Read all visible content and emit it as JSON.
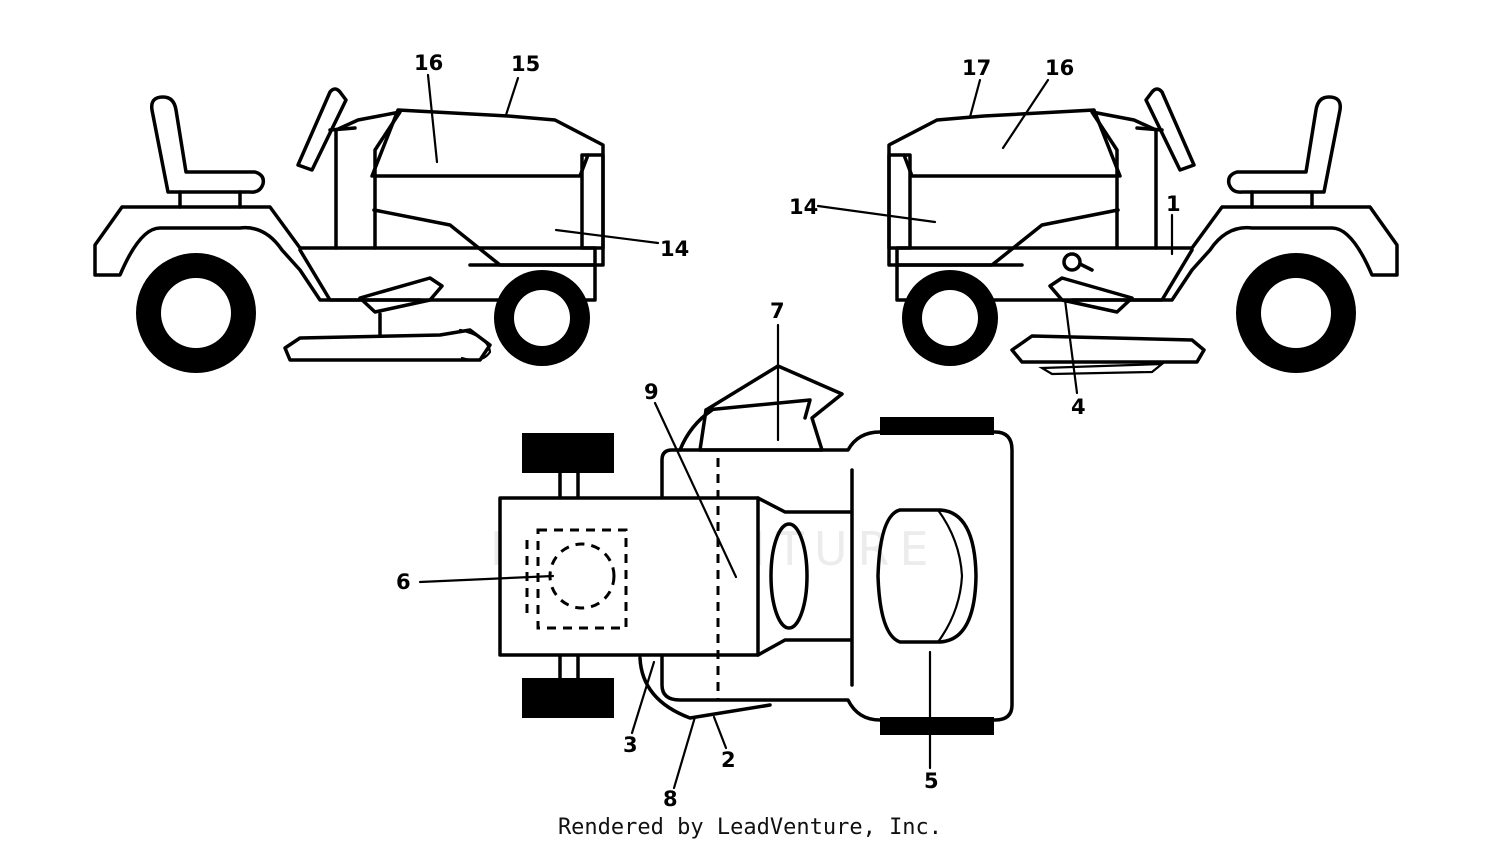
{
  "callouts": {
    "c1": "1",
    "c2": "2",
    "c3": "3",
    "c4": "4",
    "c5": "5",
    "c6": "6",
    "c7": "7",
    "c8": "8",
    "c9": "9",
    "c14_left": "14",
    "c14_right": "14",
    "c15": "15",
    "c16_left": "16",
    "c16_right": "16",
    "c17": "17"
  },
  "watermark": "LEADVENTURE",
  "footer": "Rendered by LeadVenture, Inc."
}
